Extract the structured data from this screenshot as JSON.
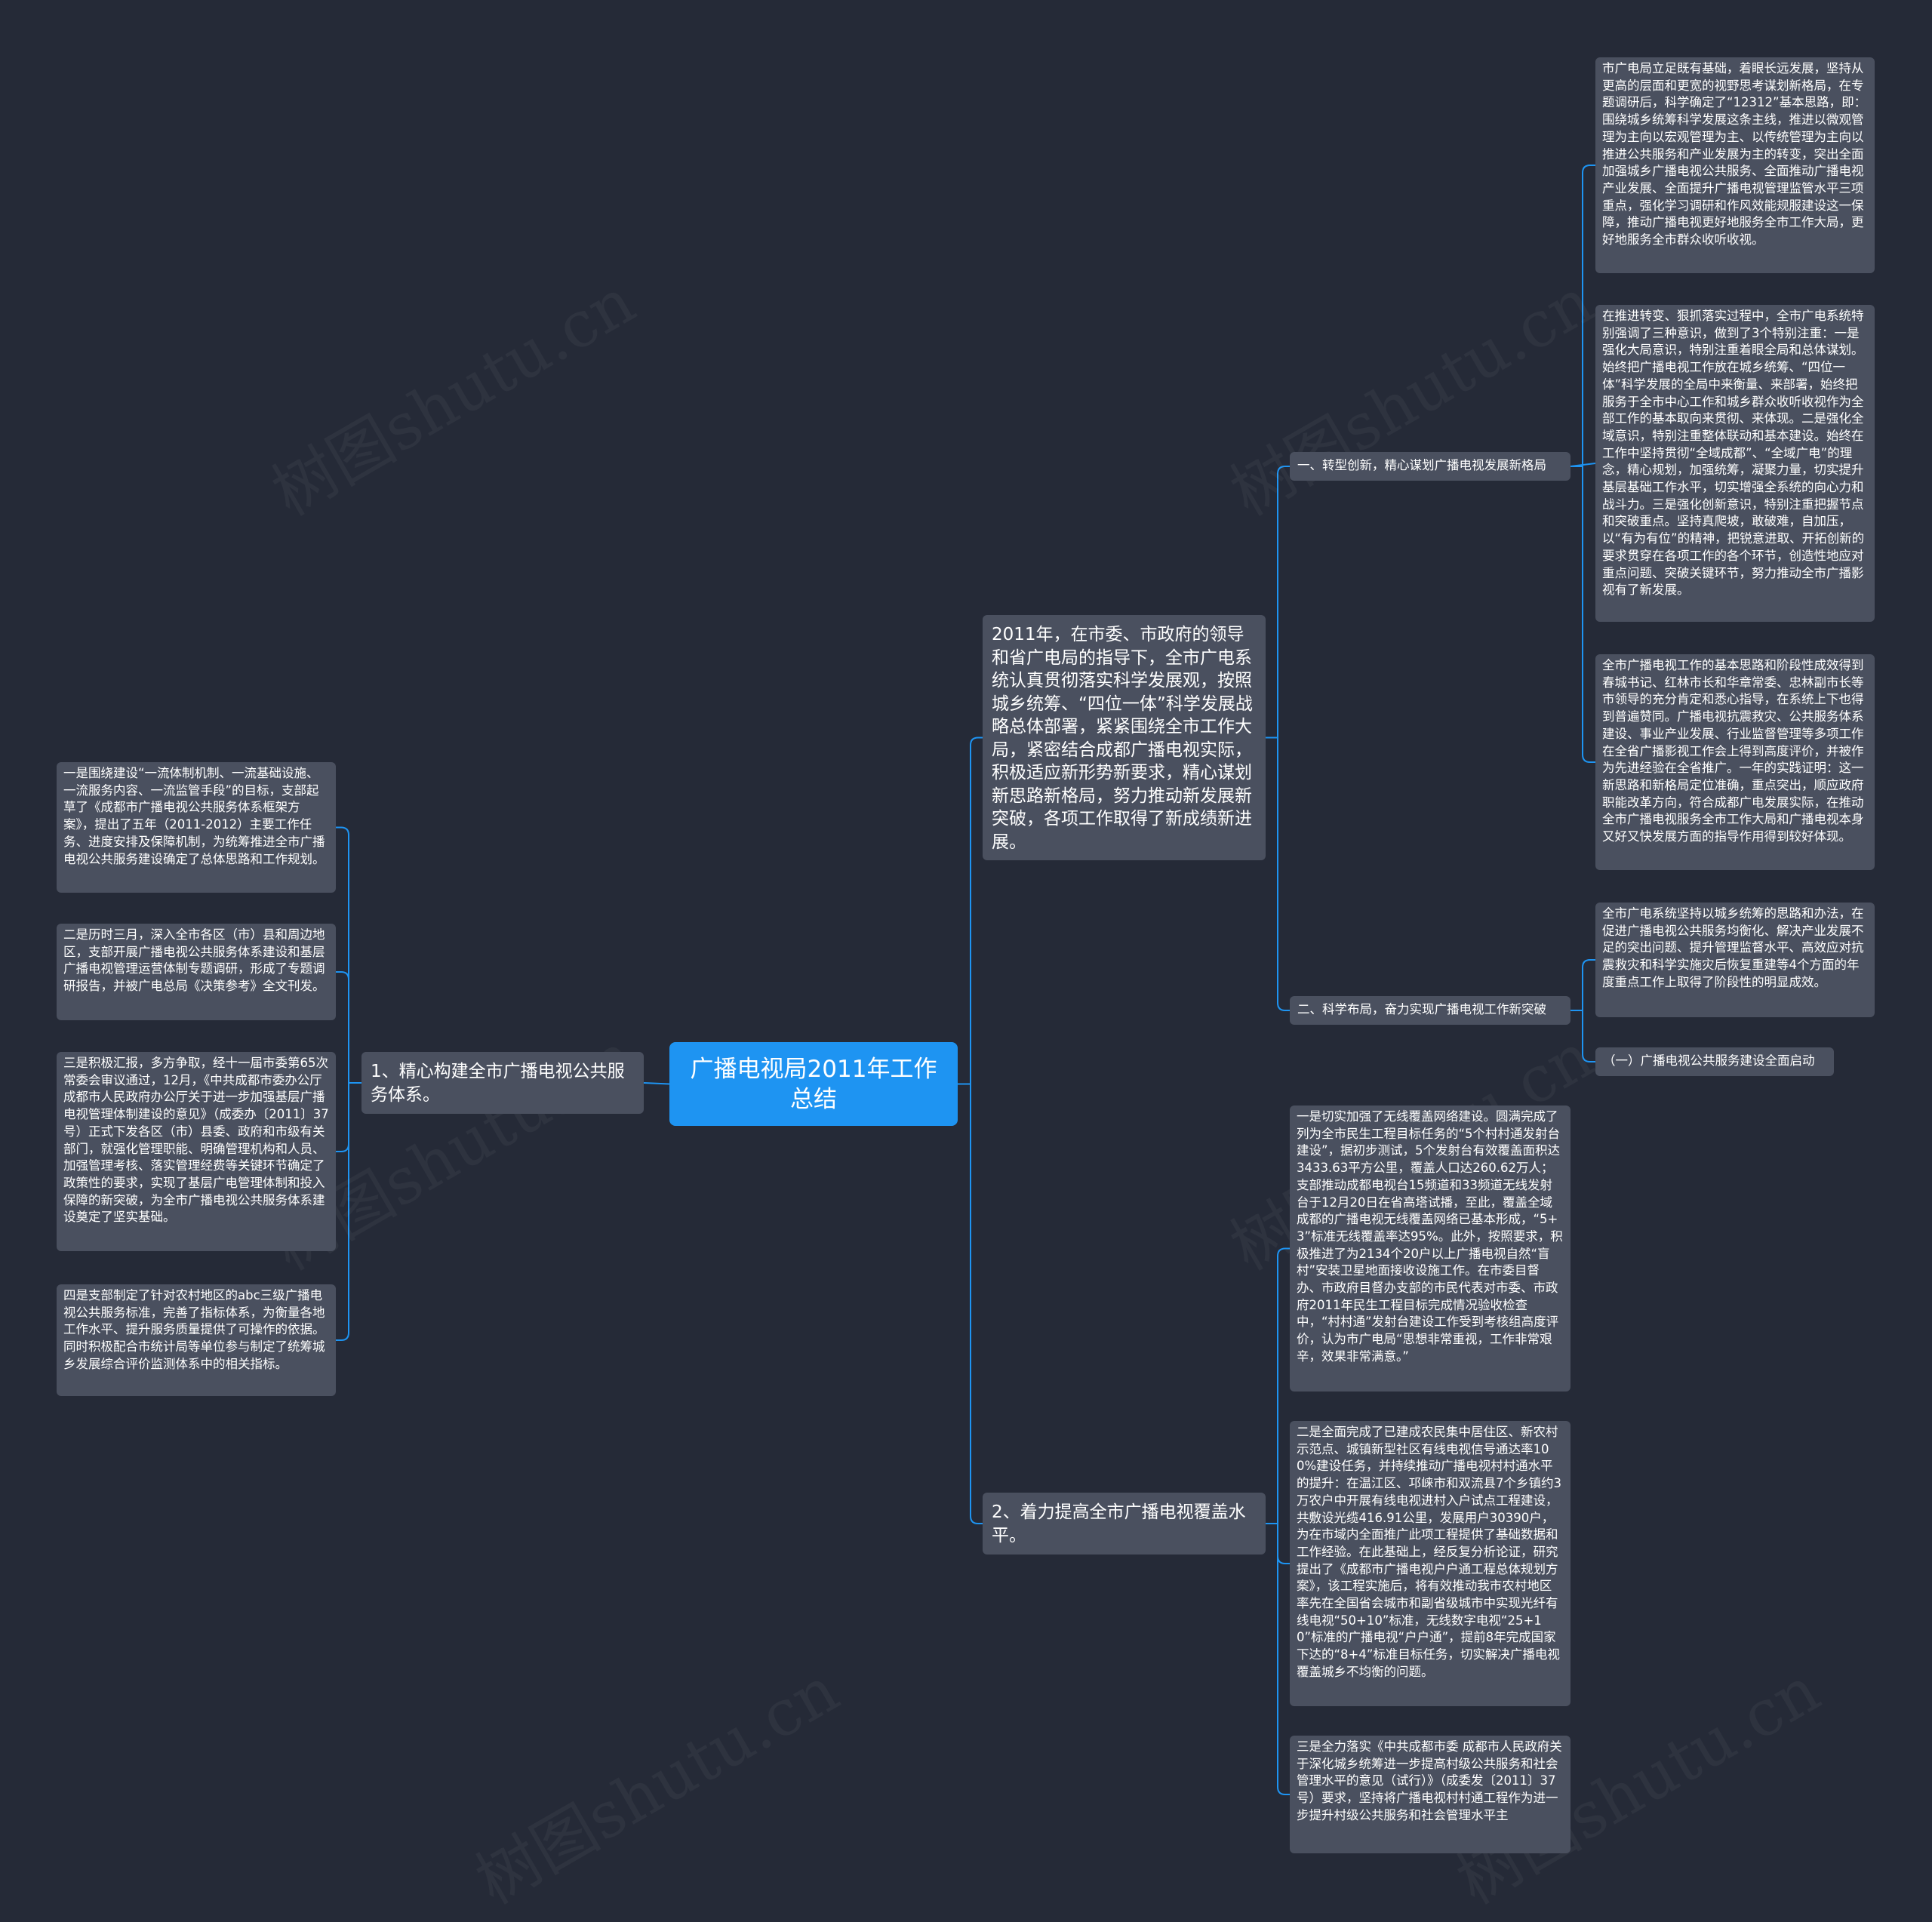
{
  "diagram": {
    "root": "广播电视局2011年工作总结",
    "left_branch": {
      "label": "1、精心构建全市广播电视公共服务体系。",
      "items": [
        "一是围绕建设“一流体制机制、一流基础设施、一流服务内容、一流监管手段”的目标，支部起草了《成都市广播电视公共服务体系框架方案》，提出了五年（2011-2012）主要工作任务、进度安排及保障机制，为统筹推进全市广播电视公共服务建设确定了总体思路和工作规划。",
        "二是历时三月，深入全市各区（市）县和周边地区，支部开展广播电视公共服务体系建设和基层广播电视管理运营体制专题调研，形成了专题调研报告，并被广电总局《决策参考》全文刊发。",
        "三是积极汇报，多方争取，经十一届市委第65次常委会审议通过，12月，《中共成都市委办公厅 成都市人民政府办公厅关于进一步加强基层广播电视管理体制建设的意见》（成委办〔2011〕37号）正式下发各区（市）县委、政府和市级有关部门，就强化管理职能、明确管理机构和人员、加强管理考核、落实管理经费等关键环节确定了政策性的要求，实现了基层广电管理体制和投入保障的新突破，为全市广播电视公共服务体系建设奠定了坚实基础。",
        "四是支部制定了针对农村地区的abc三级广播电视公共服务标准，完善了指标体系，为衡量各地工作水平、提升服务质量提供了可操作的依据。同时积极配合市统计局等单位参与制定了统筹城乡发展综合评价监测体系中的相关指标。"
      ]
    },
    "intro": {
      "label": "2011年，在市委、市政府的领导和省广电局的指导下，全市广电系统认真贯彻落实科学发展观，按照城乡统筹、“四位一体”科学发展战略总体部署，紧紧围绕全市工作大局，紧密结合成都广播电视实际，积极适应新形势新要求，精心谋划新思路新格局，努力推动新发展新突破，各项工作取得了新成绩新进展。",
      "sub1": {
        "label": "一、转型创新，精心谋划广播电视发展新格局",
        "items": [
          "市广电局立足既有基础，着眼长远发展，坚持从更高的层面和更宽的视野思考谋划新格局，在专题调研后，科学确定了“12312”基本思路，即：围绕城乡统筹科学发展这条主线，推进以微观管理为主向以宏观管理为主、以传统管理为主向以推进公共服务和产业发展为主的转变，突出全面加强城乡广播电视公共服务、全面推动广播电视产业发展、全面提升广播电视管理监管水平三项重点，强化学习调研和作风效能规服建设这一保障，推动广播电视更好地服务全市工作大局，更好地服务全市群众收听收视。",
          "在推进转变、狠抓落实过程中，全市广电系统特别强调了三种意识，做到了3个特别注重：一是强化大局意识，特别注重着眼全局和总体谋划。始终把广播电视工作放在城乡统筹、“四位一体”科学发展的全局中来衡量、来部署，始终把服务于全市中心工作和城乡群众收听收视作为全部工作的基本取向来贯彻、来体现。二是强化全域意识，特别注重整体联动和基本建设。始终在工作中坚持贯彻“全域成都”、“全域广电”的理念，精心规划，加强统筹，凝聚力量，切实提升基层基础工作水平，切实增强全系统的向心力和战斗力。三是强化创新意识，特别注重把握节点和突破重点。坚持真爬坡，敢破难，自加压，以“有为有位”的精神，把锐意进取、开拓创新的要求贯穿在各项工作的各个环节，创造性地应对重点问题、突破关键环节，努力推动全市广播影视有了新发展。",
          "全市广播电视工作的基本思路和阶段性成效得到春城书记、红林市长和华章常委、忠林副市长等市领导的充分肯定和悉心指导，在系统上下也得到普遍赞同。广播电视抗震救灾、公共服务体系建设、事业产业发展、行业监督管理等多项工作在全省广播影视工作会上得到高度评价，并被作为先进经验在全省推广。一年的实践证明：这一新思路和新格局定位准确，重点突出，顺应政府职能改革方向，符合成都广电发展实际，在推动全市广播电视服务全市工作大局和广播电视本身又好又快发展方面的指导作用得到较好体现。"
        ]
      },
      "sub2": {
        "label": "二、科学布局，奋力实现广播电视工作新突破",
        "items": [
          "全市广电系统坚持以城乡统筹的思路和办法，在促进广播电视公共服务均衡化、解决产业发展不足的突出问题、提升管理监督水平、高效应对抗震救灾和科学实施灾后恢复重建等4个方面的年度重点工作上取得了阶段性的明显成效。",
          "（一）广播电视公共服务建设全面启动"
        ]
      }
    },
    "coverage": {
      "label": "2、着力提高全市广播电视覆盖水平。",
      "items": [
        "一是切实加强了无线覆盖网络建设。圆满完成了列为全市民生工程目标任务的“5个村村通发射台建设”，据初步测试，5个发射台有效覆盖面积达3433.63平方公里，覆盖人口达260.62万人；支部推动成都电视台15频道和33频道无线发射台于12月20日在省高塔试播，至此，覆盖全域成都的广播电视无线覆盖网络已基本形成，“5+3”标准无线覆盖率达95%。此外，按照要求，积极推进了为2134个20户以上广播电视自然“盲村”安装卫星地面接收设施工作。在市委目督办、市政府目督办支部的市民代表对市委、市政府2011年民生工程目标完成情况验收检查中，“村村通”发射台建设工作受到考核组高度评价，认为市广电局“思想非常重视，工作非常艰辛，效果非常满意。”",
        "二是全面完成了已建成农民集中居住区、新农村示范点、城镇新型社区有线电视信号通达率100%建设任务，并持续推动广播电视村村通水平的提升：在温江区、邛崃市和双流县7个乡镇约3万农户中开展有线电视进村入户试点工程建设，共敷设光缆416.91公里，发展用户30390户，为在市域内全面推广此项工程提供了基础数据和工作经验。在此基础上，经反复分析论证，研究提出了《成都市广播电视户户通工程总体规划方案》，该工程实施后，将有效推动我市农村地区率先在全国省会城市和副省级城市中实现光纤有线电视“50+10”标准，无线数字电视“25+10”标准的广播电视“户户通”，提前8年完成国家下达的“8+4”标准目标任务，切实解决广播电视覆盖城乡不均衡的问题。",
        "三是全力落实《中共成都市委 成都市人民政府关于深化城乡统筹进一步提高村级公共服务和社会管理水平的意见（试行）》（成委发〔2011〕37号）要求，坚持将广播电视村村通工程作为进一步提升村级公共服务和社会管理水平主"
      ]
    },
    "watermark": "树图shutu.cn",
    "colors": {
      "background": "#252a37",
      "root": "#1e94f2",
      "node": "#4a505f",
      "link": "#1e94f2"
    }
  }
}
